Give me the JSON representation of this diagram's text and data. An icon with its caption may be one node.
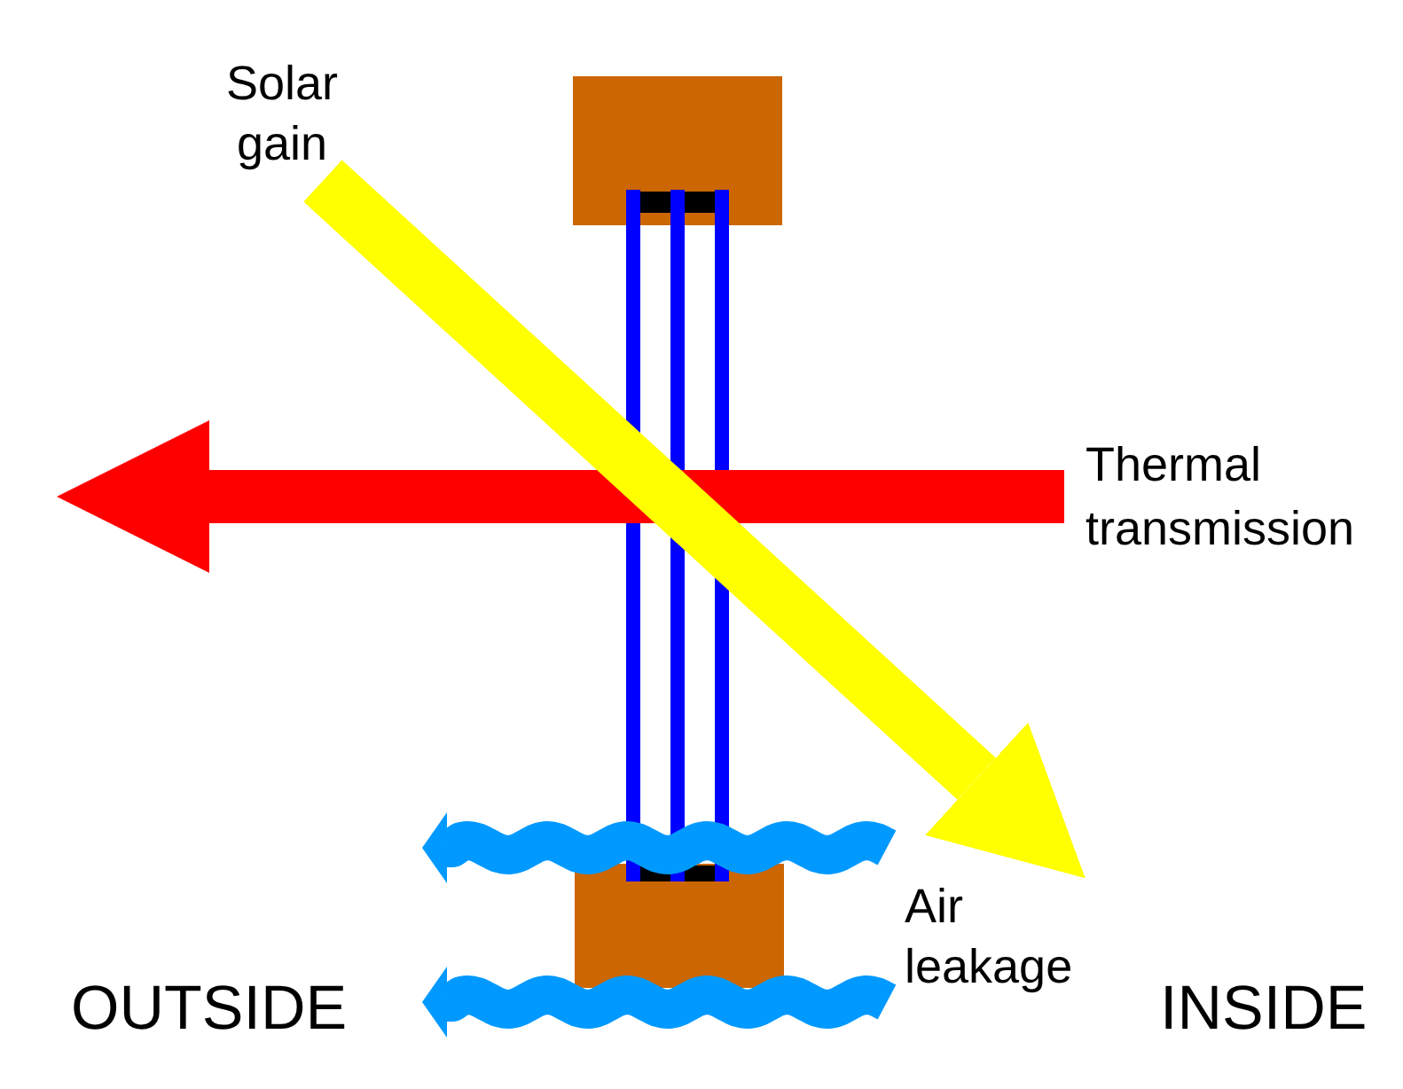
{
  "diagram": {
    "labels": [
      "Solar gain",
      "Thermal transmission",
      "Air leakage",
      "OUTSIDE",
      "INSIDE"
    ]
  }
}
